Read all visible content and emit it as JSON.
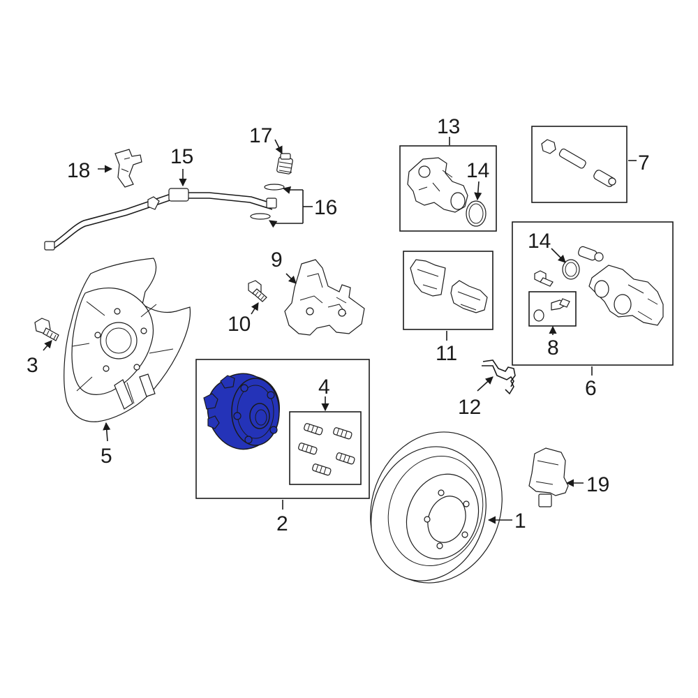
{
  "diagram": {
    "highlight_color": "#2433b8",
    "line_color": "#1a1a1a",
    "highlighted_part": "2",
    "callouts": {
      "c1": "1",
      "c2": "2",
      "c3": "3",
      "c4": "4",
      "c5": "5",
      "c6": "6",
      "c7": "7",
      "c8": "8",
      "c9": "9",
      "c10": "10",
      "c11": "11",
      "c12": "12",
      "c13": "13",
      "c14a": "14",
      "c14b": "14",
      "c15": "15",
      "c16": "16",
      "c17": "17",
      "c18": "18",
      "c19": "19"
    }
  }
}
